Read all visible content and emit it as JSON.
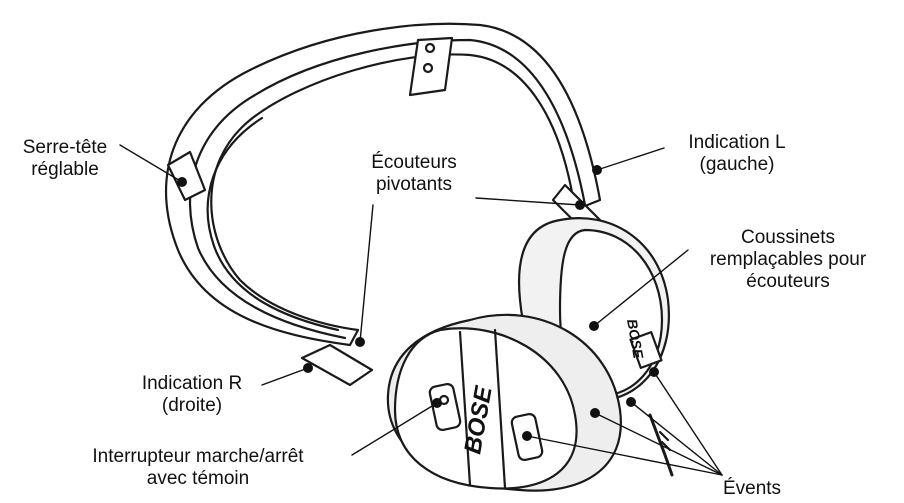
{
  "labels": {
    "headband": {
      "line1": "Serre-tête",
      "line2": "réglable"
    },
    "swivel_cups": {
      "line1": "Écouteurs",
      "line2": "pivotants"
    },
    "left_indicator": {
      "line1": "Indication L",
      "line2": "(gauche)"
    },
    "ear_cushions": {
      "line1": "Coussinets",
      "line2": "remplaçables pour",
      "line3": "écouteurs"
    },
    "right_indicator": {
      "line1": "Indication R",
      "line2": "(droite)"
    },
    "power_switch": {
      "line1": "Interrupteur marche/arrêt",
      "line2": "avec témoin"
    },
    "vents": {
      "line1": "Évents"
    }
  },
  "brand": {
    "logo_front": "BOSE",
    "logo_back": "BOSE"
  },
  "colors": {
    "line": "#1a1a1a",
    "fill": "#ffffff",
    "shade": "#e9e9e9"
  }
}
